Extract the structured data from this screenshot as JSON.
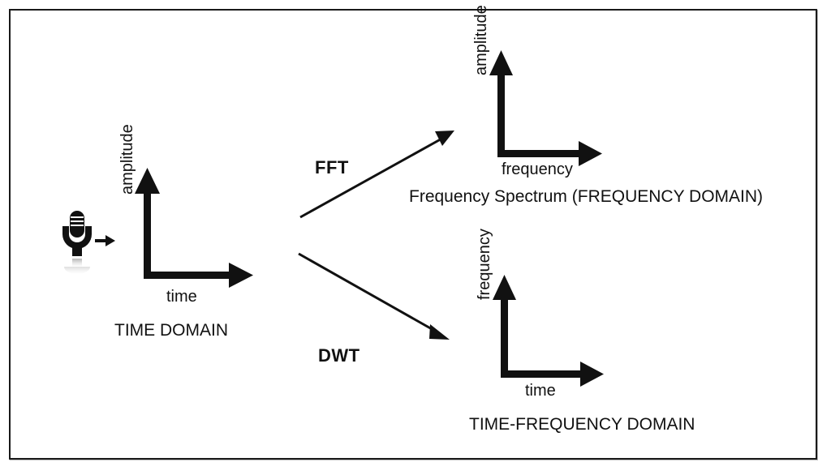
{
  "diagram": {
    "title_present": false,
    "background_color": "#ffffff",
    "stroke_color": "#111111",
    "frame": {
      "name": "outer-border",
      "border_color": "#1a1a1a"
    },
    "source": {
      "icon": "microphone-icon",
      "arrow": "short-right-arrow"
    },
    "nodes": [
      {
        "id": "time-domain",
        "caption": "TIME DOMAIN",
        "y_axis_label": "amplitude",
        "x_axis_label": "time"
      },
      {
        "id": "frequency-domain",
        "caption": "Frequency Spectrum (FREQUENCY DOMAIN)",
        "y_axis_label": "amplitude",
        "x_axis_label": "frequency"
      },
      {
        "id": "time-frequency-domain",
        "caption": "TIME-FREQUENCY DOMAIN",
        "y_axis_label": "frequency",
        "x_axis_label": "time"
      }
    ],
    "transforms": [
      {
        "id": "fft",
        "label": "FFT",
        "from": "time-domain",
        "to": "frequency-domain",
        "direction": "up-right"
      },
      {
        "id": "dwt",
        "label": "DWT",
        "from": "time-domain",
        "to": "time-frequency-domain",
        "direction": "down-right"
      }
    ]
  }
}
